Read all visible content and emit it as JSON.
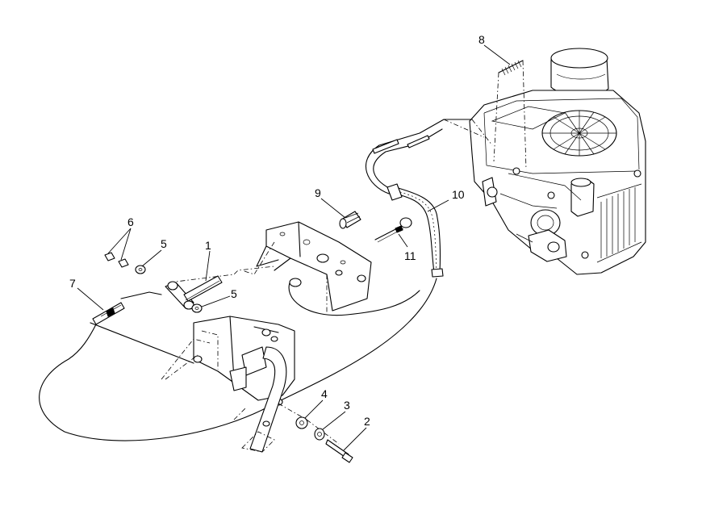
{
  "callouts": [
    {
      "id": "c1",
      "label": "1"
    },
    {
      "id": "c2",
      "label": "2"
    },
    {
      "id": "c3",
      "label": "3"
    },
    {
      "id": "c4",
      "label": "4"
    },
    {
      "id": "c5a",
      "label": "5"
    },
    {
      "id": "c5b",
      "label": "5"
    },
    {
      "id": "c6",
      "label": "6"
    },
    {
      "id": "c7",
      "label": "7"
    },
    {
      "id": "c8",
      "label": "8"
    },
    {
      "id": "c9",
      "label": "9"
    },
    {
      "id": "c10",
      "label": "10"
    },
    {
      "id": "c11",
      "label": "11"
    }
  ]
}
